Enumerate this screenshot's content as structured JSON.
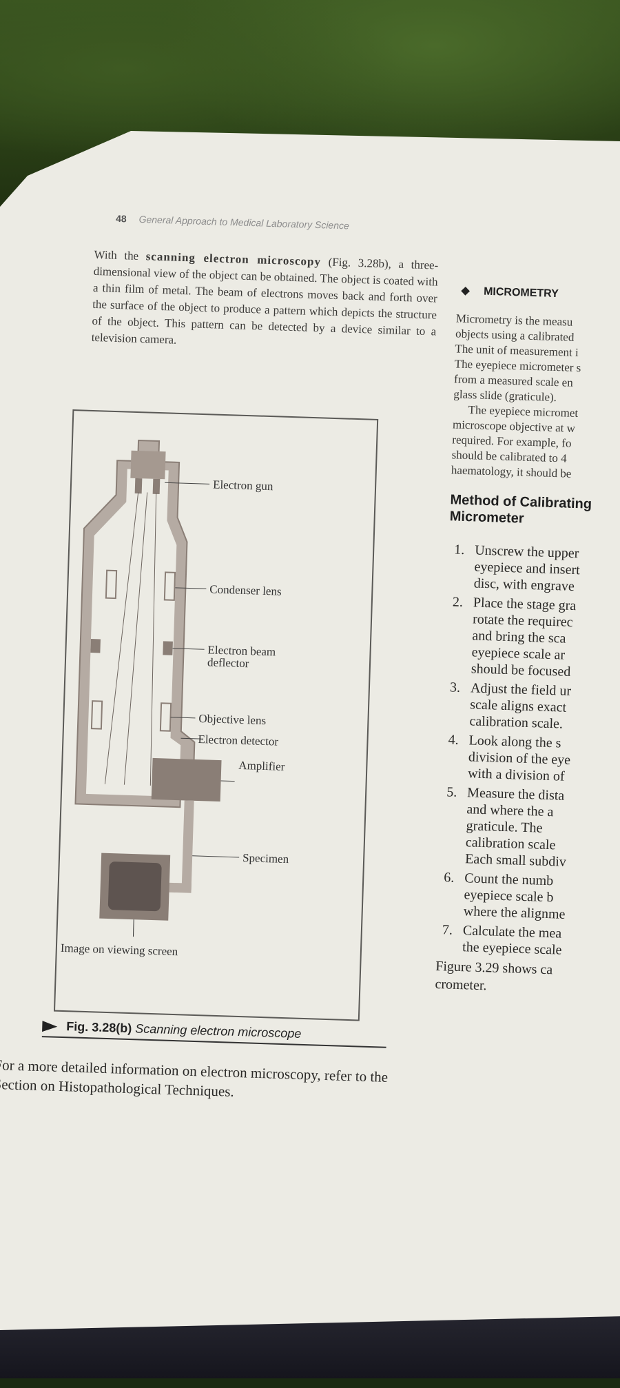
{
  "header": {
    "page_number": "48",
    "running_title": "General Approach to Medical Laboratory Science"
  },
  "intro": {
    "lead": "With the",
    "term": "scanning electron microscopy",
    "text": "(Fig. 3.28b), a three-dimensional view of the object can be obtained. The object is coated with a thin film of metal. The beam of electrons moves back and forth over the surface of the object to produce a pattern which depicts the structure of the object. This pattern can be detected by a device similar to a television camera."
  },
  "diagram": {
    "labels": {
      "electron_gun": "Electron gun",
      "condenser_lens": "Condenser lens",
      "electron_beam_deflector_1": "Electron beam",
      "electron_beam_deflector_2": "deflector",
      "objective_lens": "Objective lens",
      "electron_detector": "Electron detector",
      "amplifier": "Amplifier",
      "specimen": "Specimen",
      "image_screen": "Image on viewing screen"
    },
    "colors": {
      "body": "#b5aba3",
      "part": "#8a7e76",
      "screen": "#6a5e58"
    }
  },
  "caption": {
    "label": "Fig. 3.28(b)",
    "text": "Scanning electron microscope"
  },
  "footer_para": "For a more detailed information on electron microscopy, refer to the Section on Histopathological Techniques.",
  "right_column": {
    "section_title": "MICROMETRY",
    "para1": [
      "Micrometry is the measu",
      "objects using a calibrated",
      "The unit of measurement i",
      "The eyepiece micrometer s",
      "from a measured scale en",
      "glass slide (graticule)."
    ],
    "para2": [
      "The eyepiece micromet",
      "microscope objective at w",
      "required. For example, fo",
      "should be calibrated to 4",
      "haematology, it should be"
    ],
    "method_title": "Method of Calibrating Micrometer",
    "steps": [
      {
        "n": "1.",
        "lines": [
          "Unscrew the upper",
          "eyepiece and insert",
          "disc, with engrave"
        ]
      },
      {
        "n": "2.",
        "lines": [
          "Place the stage gra",
          "rotate the requirec",
          "and bring the sca",
          "eyepiece scale ar",
          "should be focused"
        ]
      },
      {
        "n": "3.",
        "lines": [
          "Adjust the field ur",
          "scale aligns exact",
          "calibration scale."
        ]
      },
      {
        "n": "4.",
        "lines": [
          "Look along the s",
          "division of the eye",
          "with a division of"
        ]
      },
      {
        "n": "5.",
        "lines": [
          "Measure the dista",
          "and where the a",
          "graticule. The",
          "calibration scale",
          "Each small subdiv"
        ]
      },
      {
        "n": "6.",
        "lines": [
          "Count the numb",
          "eyepiece scale b",
          "where the alignme"
        ]
      },
      {
        "n": "7.",
        "lines": [
          "Calculate the mea",
          "the eyepiece scale"
        ]
      }
    ],
    "closing": [
      "Figure 3.29 shows ca",
      "crometer."
    ]
  }
}
